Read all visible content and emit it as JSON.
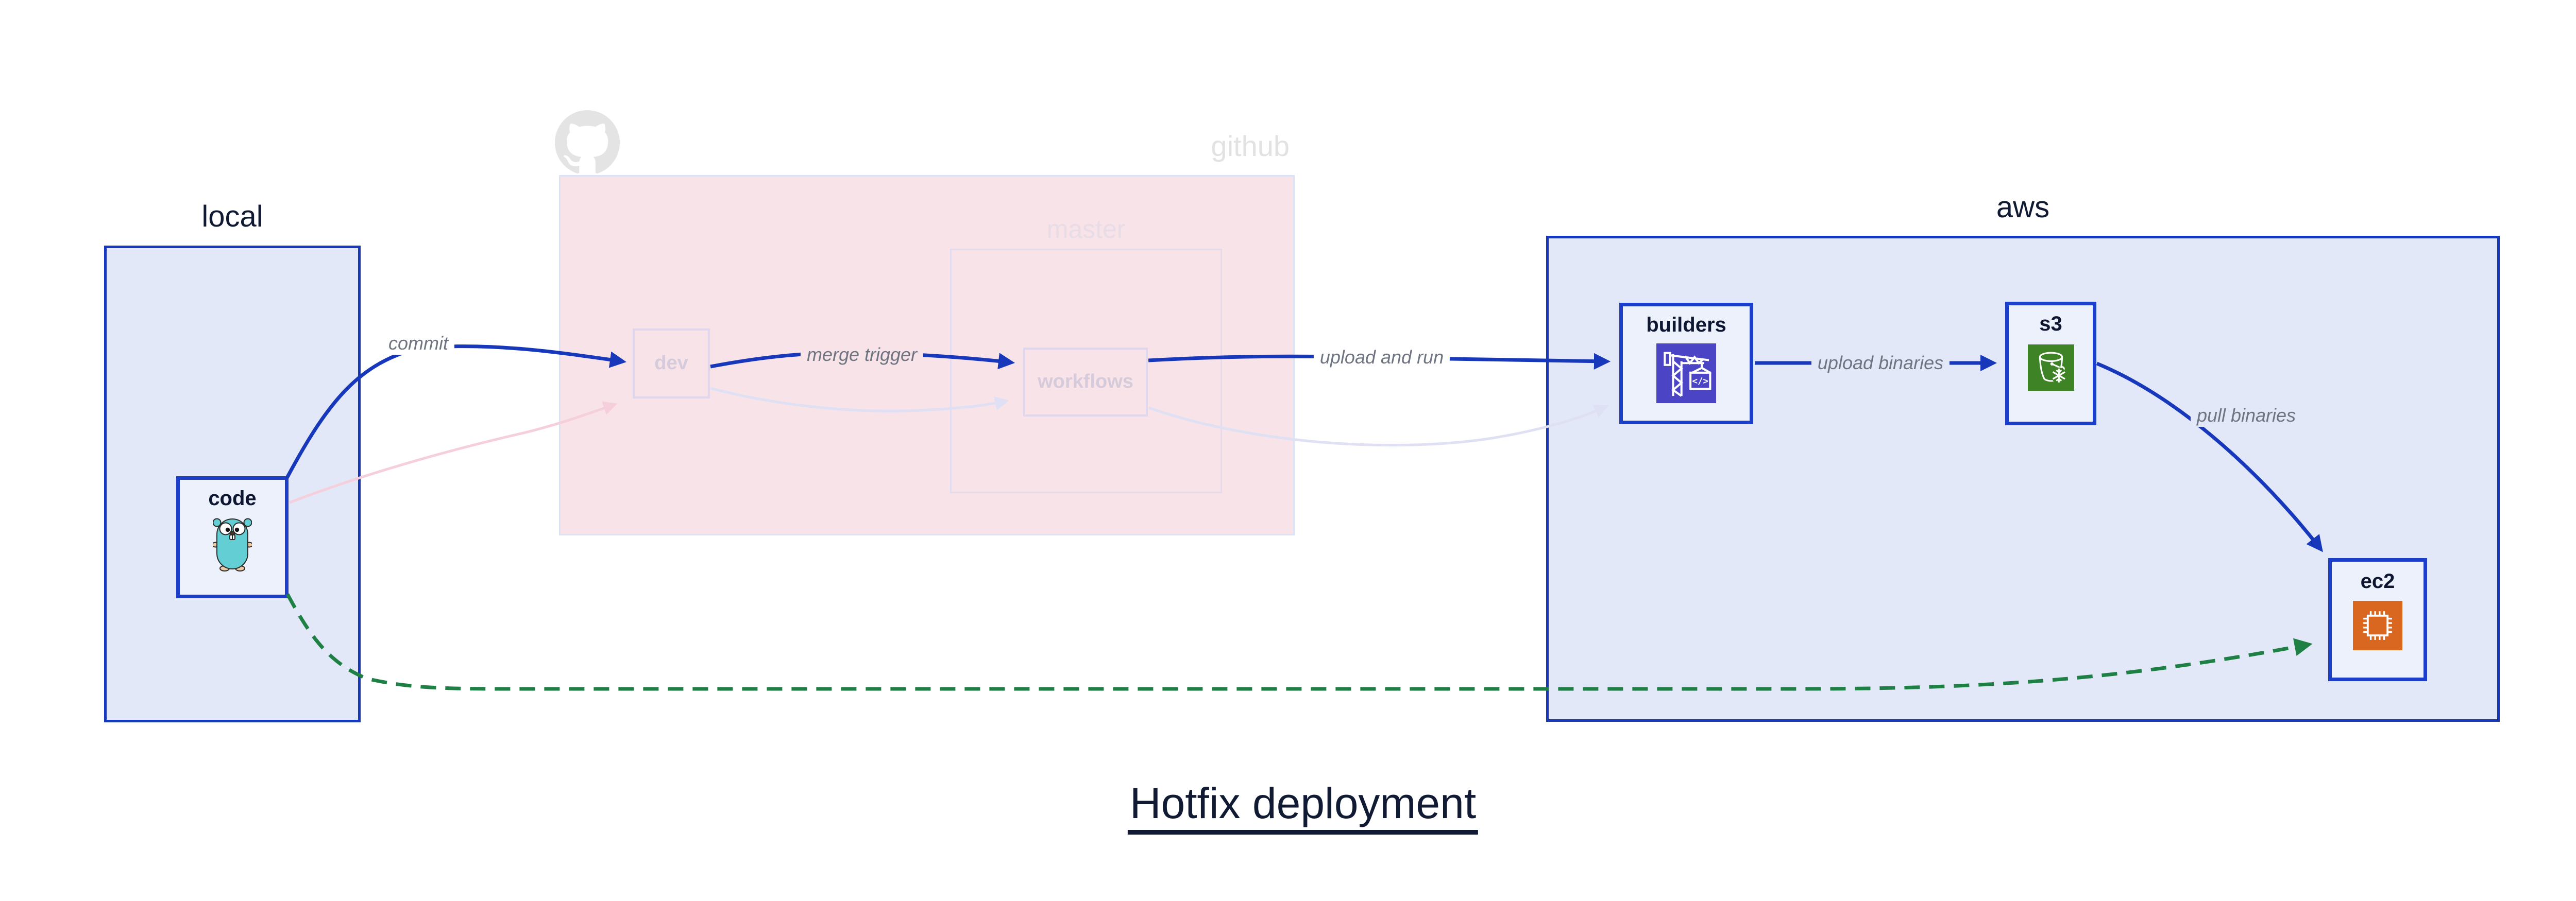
{
  "title": {
    "text": "Hotfix deployment"
  },
  "groups": {
    "local": {
      "label": "local"
    },
    "github": {
      "label": "github",
      "faded": true
    },
    "master": {
      "label": "master",
      "faded": true
    },
    "aws": {
      "label": "aws"
    }
  },
  "nodes": {
    "code": {
      "label": "code",
      "group": "local",
      "icon": "go-gopher-icon"
    },
    "dev": {
      "label": "dev",
      "group": "github",
      "faded": true
    },
    "workflows": {
      "label": "workflows",
      "group": "master",
      "faded": true
    },
    "builders": {
      "label": "builders",
      "group": "aws",
      "icon": "aws-codebuild-icon"
    },
    "s3": {
      "label": "s3",
      "group": "aws",
      "icon": "aws-s3-glacier-bucket-icon"
    },
    "ec2": {
      "label": "ec2",
      "group": "aws",
      "icon": "aws-ec2-chip-icon"
    }
  },
  "edges": {
    "commit": {
      "label": "commit",
      "from": "code",
      "to": "dev",
      "style": "solid-blue"
    },
    "merge_trigger": {
      "label": "merge trigger",
      "from": "dev",
      "to": "workflows",
      "style": "solid-blue"
    },
    "upload_and_run": {
      "label": "upload and run",
      "from": "workflows",
      "to": "builders",
      "style": "solid-blue"
    },
    "upload_binaries": {
      "label": "upload binaries",
      "from": "builders",
      "to": "s3",
      "style": "solid-blue"
    },
    "pull_binaries": {
      "label": "pull binaries",
      "from": "s3",
      "to": "ec2",
      "style": "solid-blue"
    },
    "hotfix_bypass": {
      "from": "code",
      "to": "ec2",
      "style": "dashed-green"
    },
    "faded_commit": {
      "from": "code",
      "to": "dev",
      "style": "faded-pink"
    },
    "faded_merge": {
      "from": "dev",
      "to": "workflows",
      "style": "faded-lavender"
    },
    "faded_run": {
      "from": "workflows",
      "to": "builders",
      "style": "faded-lavender"
    }
  },
  "colors": {
    "blue_border": "#1838bb",
    "blue_arrow": "#1838bb",
    "group_fill": "#e2e8f8",
    "node_fill": "#edf1fb",
    "github_fill": "#f8e3e9",
    "faded_border": "#ded7ee",
    "faded_pink": "#f5cfdb",
    "faded_lavender": "#dfe0f3",
    "green_dashed": "#1e8044",
    "edge_label_gray": "#6e7480",
    "text_dark": "#101a33",
    "codebuild_bg": "#4b44c5",
    "s3_bg": "#3e8426",
    "ec2_bg": "#d9671f",
    "octocat_gray": "#e4e4e4"
  }
}
